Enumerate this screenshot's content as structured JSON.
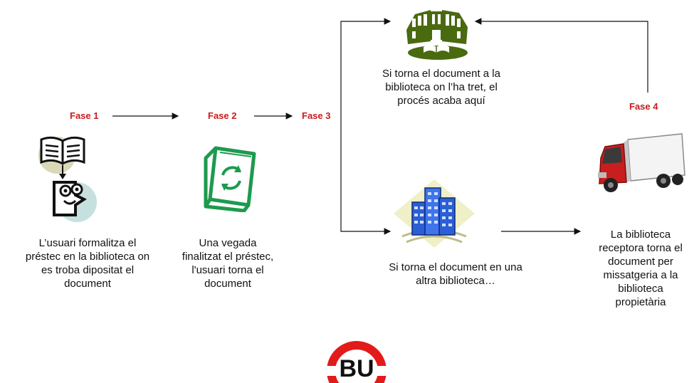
{
  "phases": [
    {
      "label": "Fase 1"
    },
    {
      "label": "Fase 2"
    },
    {
      "label": "Fase 3"
    },
    {
      "label": "Fase 4"
    }
  ],
  "captions": {
    "phase1": [
      "L’usuari formalitza el",
      "préstec en la biblioteca on",
      "es troba dipositat el",
      "document"
    ],
    "phase2": [
      "Una vegada",
      "finalitzat el préstec,",
      "l'usuari torna el",
      "document"
    ],
    "return_same": [
      "Si torna el document  a la",
      "biblioteca on l’ha tret, el",
      "procés acaba aquí"
    ],
    "return_other": [
      "Si torna el document en una",
      "altra biblioteca…"
    ],
    "phase4": [
      "La biblioteca",
      "receptora torna el",
      "document per",
      "missatgeria a la",
      "biblioteca",
      "propietària"
    ]
  },
  "logo": {
    "text": "BU"
  },
  "icons": {
    "phase1": "reader-with-book-icon",
    "phase2": "returned-book-icon",
    "return_same": "library-building-icon",
    "return_other": "office-buildings-icon",
    "phase4": "delivery-truck-icon"
  },
  "colors": {
    "phase_label": "#cc1a1a",
    "library_green": "#4a6a10",
    "book_green": "#1d9a4e",
    "building_blue": "#2b5fd6",
    "truck_red": "#c81e1e",
    "logo_red": "#e31a1a"
  }
}
